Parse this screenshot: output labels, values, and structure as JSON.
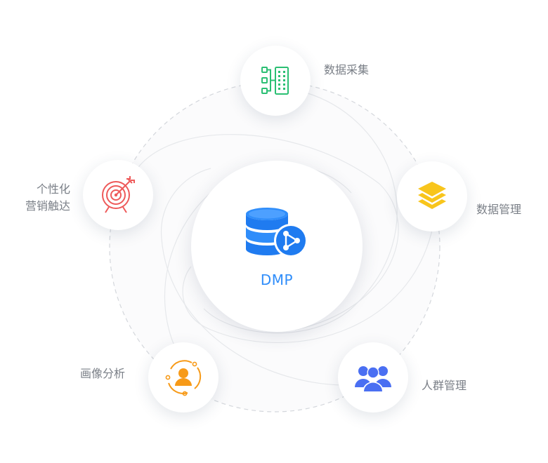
{
  "center": {
    "label": "DMP",
    "icon": "database-share-icon",
    "color": "#2f8dfa"
  },
  "nodes": [
    {
      "id": "collect",
      "label": "数据采集",
      "icon": "data-collection-icon",
      "color": "#2bbf73"
    },
    {
      "id": "manage",
      "label": "数据管理",
      "icon": "layers-icon",
      "color": "#f8c51c"
    },
    {
      "id": "crowd",
      "label": "人群管理",
      "icon": "user-group-icon",
      "color": "#4a6ff2"
    },
    {
      "id": "portrait",
      "label": "画像分析",
      "icon": "user-portrait-icon",
      "color": "#f79a18"
    },
    {
      "id": "marketing",
      "label_line1": "个性化",
      "label_line2": "营销触达",
      "icon": "target-icon",
      "color": "#ee5a5a"
    }
  ]
}
